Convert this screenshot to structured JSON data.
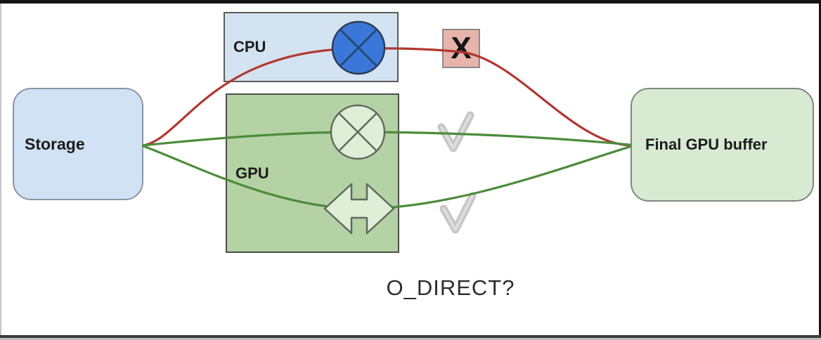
{
  "diagram": {
    "question_label": "O_DIRECT?",
    "nodes": {
      "storage": {
        "label": "Storage",
        "fill": "#d0e2f3"
      },
      "cpu": {
        "label": "CPU",
        "fill": "#d4e3f2"
      },
      "gpu": {
        "label": "GPU",
        "fill": "#b4d2a3"
      },
      "final_gpu_buffer": {
        "label": "Final GPU buffer",
        "fill": "#d9ead3"
      }
    },
    "markers": {
      "rejected_x": "X",
      "rejected_box_fill": "#e6b4ab",
      "checkmark_color": "#c6c6c6"
    },
    "icons": {
      "cpu_bounce_buffer": "crossed-circle-blue",
      "gpu_bounce_buffer": "crossed-circle-green",
      "gpu_direct_transfer": "double-headed-arrow"
    },
    "paths": [
      {
        "id": "via-cpu",
        "from": "Storage",
        "through": "CPU",
        "to": "Final GPU buffer",
        "color": "#b23730",
        "status": "rejected"
      },
      {
        "id": "via-gpu-copy",
        "from": "Storage",
        "through": "GPU",
        "to": "Final GPU buffer",
        "color": "#4b8c3b",
        "status": "accepted"
      },
      {
        "id": "via-gpu-direct",
        "from": "Storage",
        "through": "GPU",
        "to": "Final GPU buffer",
        "color": "#4b8c3b",
        "status": "accepted"
      }
    ]
  }
}
